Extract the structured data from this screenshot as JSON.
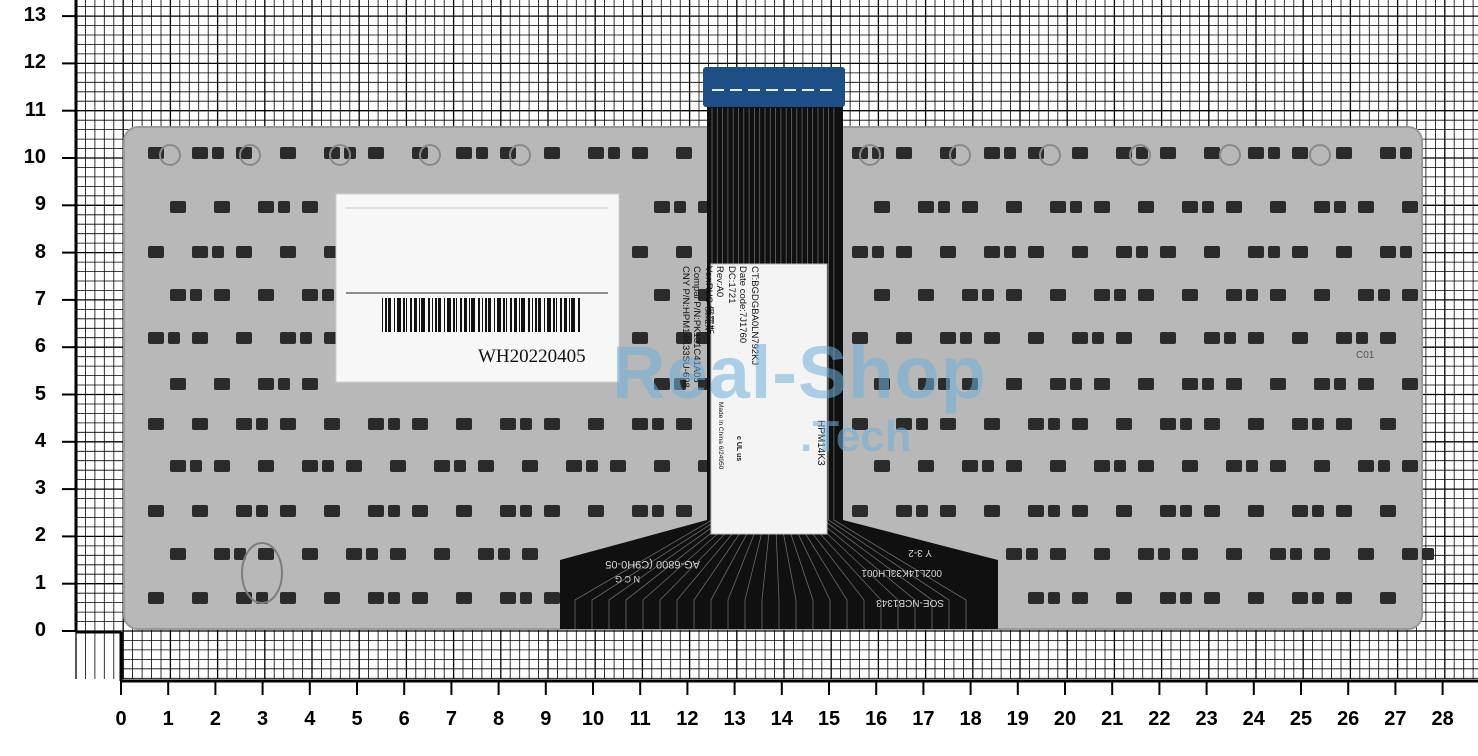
{
  "scale": {
    "y_ticks": [
      "0",
      "1",
      "2",
      "3",
      "4",
      "5",
      "6",
      "7",
      "8",
      "9",
      "10",
      "11",
      "12",
      "13"
    ],
    "x_ticks": [
      "0",
      "1",
      "2",
      "3",
      "4",
      "5",
      "6",
      "7",
      "8",
      "9",
      "10",
      "11",
      "12",
      "13",
      "14",
      "15",
      "16",
      "17",
      "18",
      "19",
      "20",
      "21",
      "22",
      "23",
      "24",
      "25",
      "26",
      "27",
      "28"
    ]
  },
  "white_label": {
    "code": "WH20220405"
  },
  "ribbon_label": {
    "lines": [
      "CT:BGDGBA0LN792KJ",
      "Date code:7J1760",
      "DC:1721",
      "Rev:A0",
      "Ver:RUS 俄羅斯",
      "Compal P/N:PK131C41A05",
      "CNY P/N:HPM14K33SU-698"
    ],
    "model": "HPM14K3",
    "made_in": "Made in China  6/24950",
    "cert": "c UL us"
  },
  "ribbon_print": {
    "left_code": "AG-6800  (C9H0-05",
    "left_small": "N C G",
    "right_line1": "SOE-NCB1343",
    "right_line2": "002L14K33LH001",
    "right_line3": "Y  3-2"
  },
  "board_mark": "C01",
  "watermark": {
    "brand": "Real-Shop",
    "suffix": ".Tech"
  },
  "colors": {
    "plate": "#b8b8b8",
    "plate_edge": "#9a9a9a",
    "cutout": "#2b2b2b",
    "ribbon": "#101010",
    "connector": "#1d4f86",
    "watermark": "#6fb0dc"
  }
}
